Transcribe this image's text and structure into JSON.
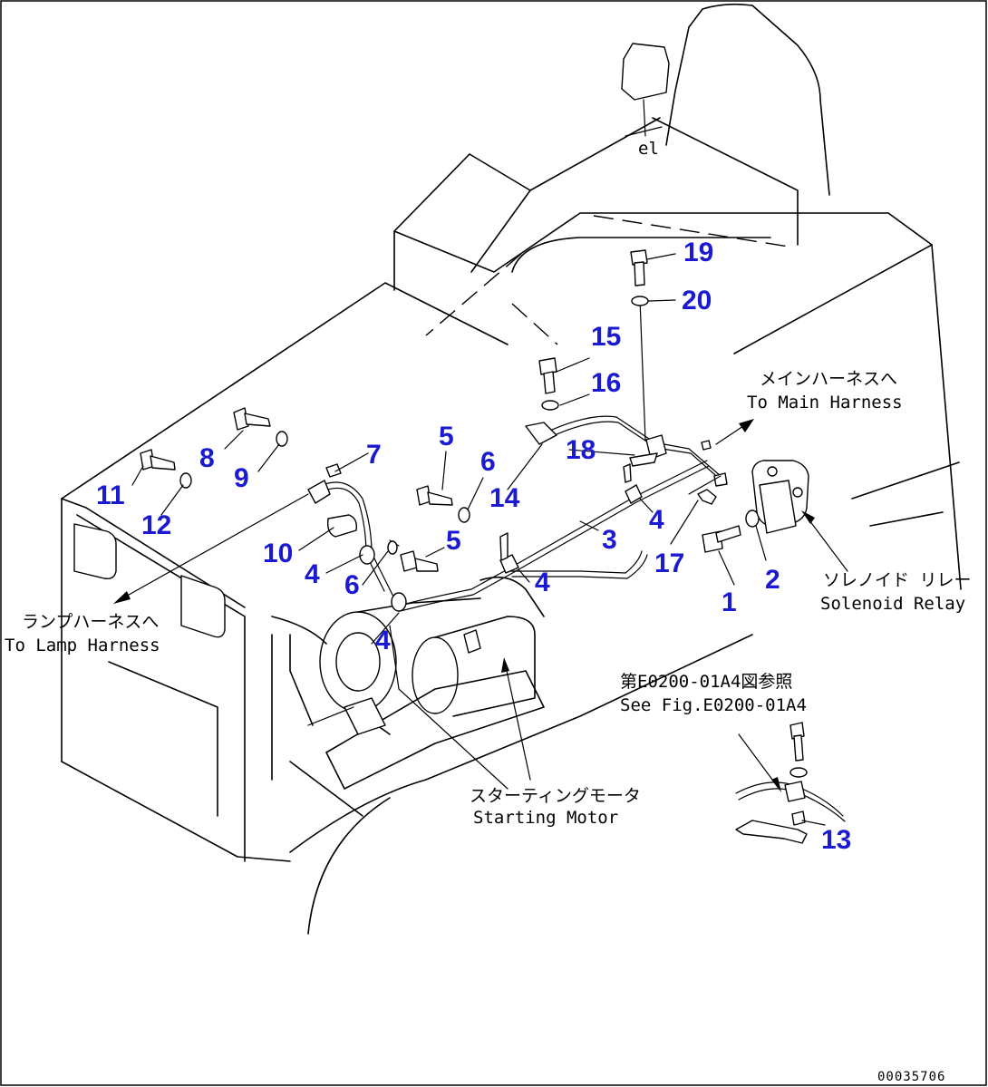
{
  "callouts": {
    "n1": "1",
    "n2": "2",
    "n3": "3",
    "n4a": "4",
    "n4b": "4",
    "n4c": "4",
    "n4d": "4",
    "n5a": "5",
    "n5b": "5",
    "n6a": "6",
    "n6b": "6",
    "n7": "7",
    "n8": "8",
    "n9": "9",
    "n10": "10",
    "n11": "11",
    "n12": "12",
    "n13": "13",
    "n14": "14",
    "n15": "15",
    "n16": "16",
    "n17": "17",
    "n18": "18",
    "n19": "19",
    "n20": "20"
  },
  "labels": {
    "main_harness_jp": "メインハーネスへ",
    "main_harness_en": "To Main Harness",
    "solenoid_jp": "ソレノイド リレー",
    "solenoid_en": "Solenoid Relay",
    "lamp_harness_jp": "ランプハーネスへ",
    "lamp_harness_en": "To Lamp Harness",
    "see_fig_jp": "第E0200-01A4図参照",
    "see_fig_en": "See Fig.E0200-01A4",
    "starting_motor_jp": "スターティングモータ",
    "starting_motor_en": "Starting Motor",
    "figure_code": "00035706"
  },
  "colors": {
    "callout": "#1a1ad0",
    "line": "#000000",
    "background": "#ffffff"
  }
}
